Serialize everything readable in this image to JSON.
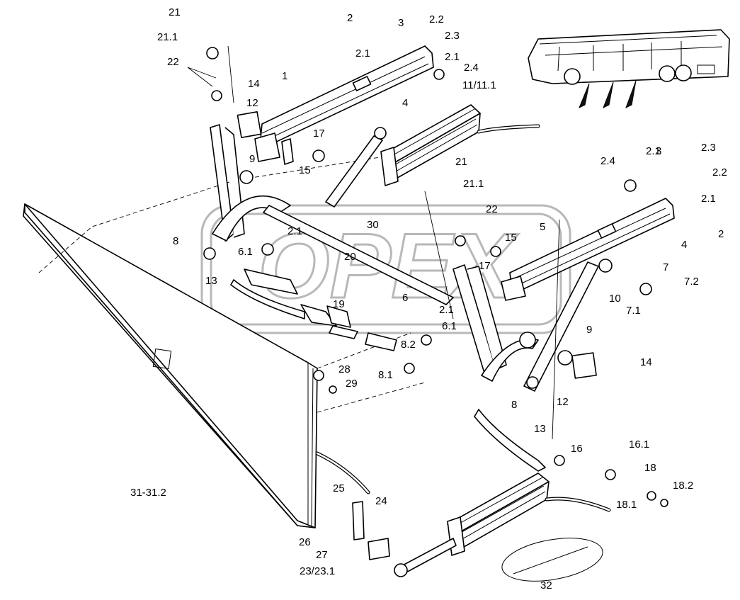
{
  "watermark": "OPEX",
  "labels": [
    "21",
    "21.1",
    "22",
    "2",
    "3",
    "2.2",
    "2.3",
    "2.1",
    "2.1",
    "2.4",
    "1",
    "14",
    "12",
    "4",
    "11/11.1",
    "17",
    "15",
    "9",
    "21",
    "21.1",
    "22",
    "2.4",
    "2.1",
    "3",
    "2.3",
    "2.2",
    "2.1",
    "2",
    "4",
    "5",
    "15",
    "17",
    "7",
    "7.2",
    "7.1",
    "10",
    "9",
    "12",
    "14",
    "30",
    "20",
    "2.1",
    "6.1",
    "8",
    "13",
    "19",
    "6",
    "2.1",
    "6.1",
    "8.2",
    "8.1",
    "28",
    "29",
    "8",
    "13",
    "16",
    "16.1",
    "18",
    "18.2",
    "18.1",
    "25",
    "24",
    "26",
    "27",
    "23/23.1",
    "31-31.2",
    "32"
  ]
}
